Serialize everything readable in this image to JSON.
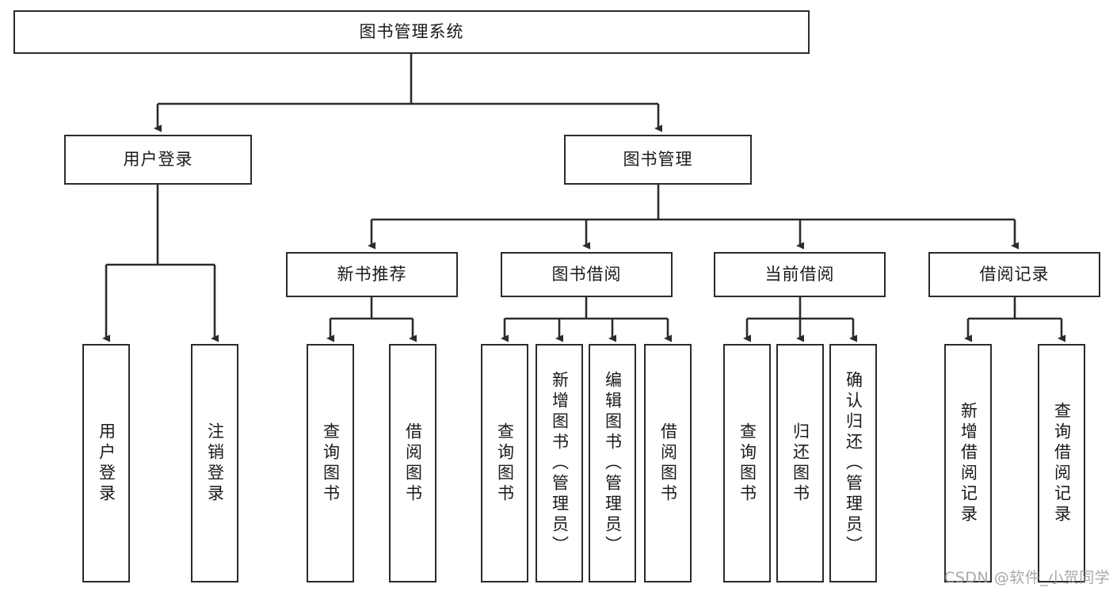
{
  "diagram": {
    "title": "图书管理系统",
    "type": "hierarchy-tree",
    "root": {
      "label": "图书管理系统"
    },
    "level2": [
      {
        "label": "用户登录"
      },
      {
        "label": "图书管理"
      }
    ],
    "level3": [
      {
        "label": "新书推荐"
      },
      {
        "label": "图书借阅"
      },
      {
        "label": "当前借阅"
      },
      {
        "label": "借阅记录"
      }
    ],
    "leaves": {
      "user_login": [
        {
          "label": "用户登录"
        },
        {
          "label": "注销登录"
        }
      ],
      "new_book_recommend": [
        {
          "label": "查询图书"
        },
        {
          "label": "借阅图书"
        }
      ],
      "book_borrow": [
        {
          "label": "查询图书"
        },
        {
          "label": "新增图书（管理员）"
        },
        {
          "label": "编辑图书（管理员）"
        },
        {
          "label": "借阅图书"
        }
      ],
      "current_borrow": [
        {
          "label": "查询图书"
        },
        {
          "label": "归还图书"
        },
        {
          "label": "确认归还（管理员）"
        }
      ],
      "borrow_record": [
        {
          "label": "新增借阅记录"
        },
        {
          "label": "查询借阅记录"
        }
      ]
    }
  },
  "watermark": {
    "text": "CSDN @软件_小贺同学"
  },
  "colors": {
    "box_border": "#2b2b2b",
    "box_fill": "#ffffff",
    "line": "#2b2b2b",
    "text": "#1a1a1a",
    "watermark": "#9a9a9a",
    "background": "#ffffff"
  }
}
